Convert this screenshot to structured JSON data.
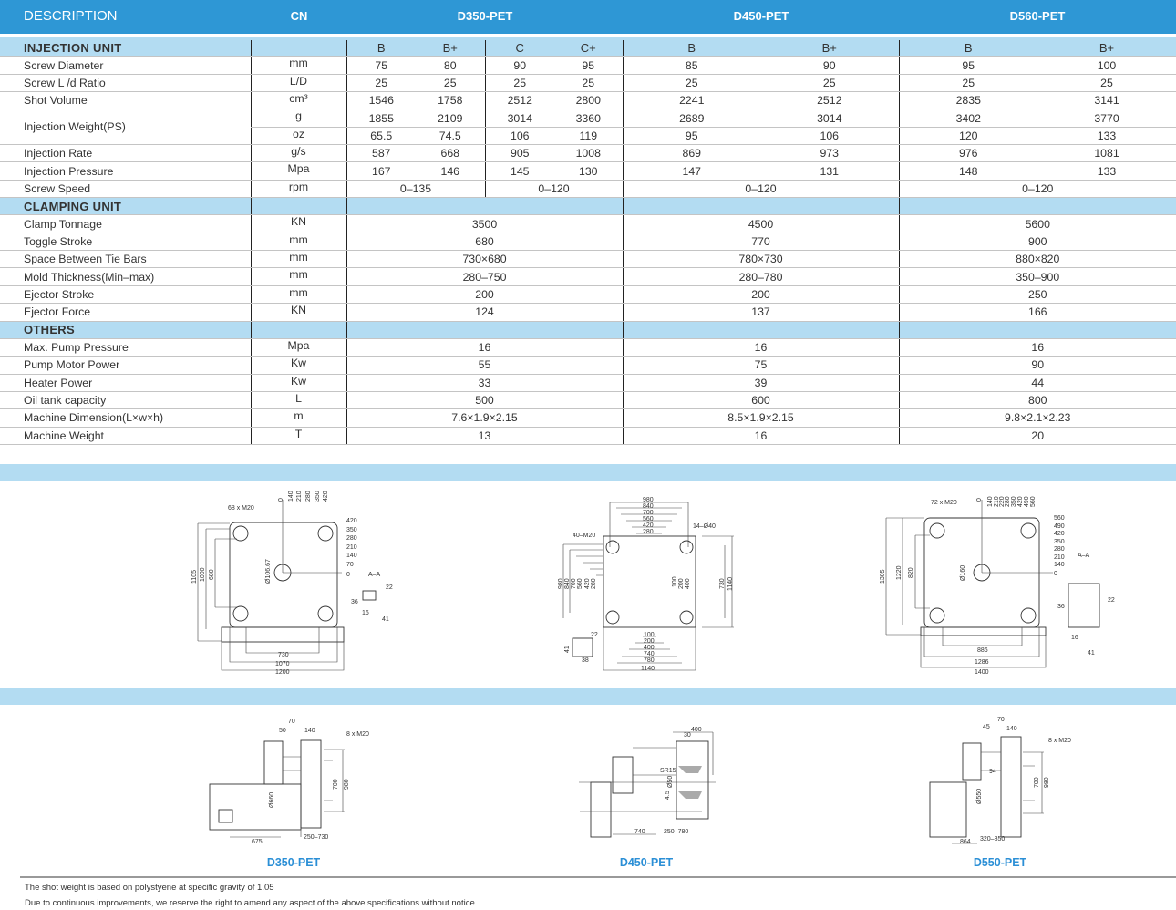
{
  "header": {
    "description": "DESCRIPTION",
    "cn": "CN",
    "models": [
      "D350-PET",
      "D450-PET",
      "D560-PET"
    ]
  },
  "table": [
    {
      "section": "INJECTION UNIT",
      "subheaders": [
        "B",
        "B+",
        "C",
        "C+",
        "B",
        "B+",
        "B",
        "B+"
      ]
    },
    {
      "label": "Screw Diameter",
      "unit": "mm",
      "values": [
        "75",
        "80",
        "90",
        "95",
        "85",
        "90",
        "95",
        "100"
      ]
    },
    {
      "label": "Screw L /d Ratio",
      "unit": "L/D",
      "values": [
        "25",
        "25",
        "25",
        "25",
        "25",
        "25",
        "25",
        "25"
      ]
    },
    {
      "label": "Shot Volume",
      "unit": "cm³",
      "values": [
        "1546",
        "1758",
        "2512",
        "2800",
        "2241",
        "2512",
        "2835",
        "3141"
      ]
    },
    {
      "label": "Injection Weight(PS)",
      "unit": "g",
      "values": [
        "1855",
        "2109",
        "3014",
        "3360",
        "2689",
        "3014",
        "3402",
        "3770"
      ],
      "rowspan_label": true
    },
    {
      "label": null,
      "unit": "oz",
      "values": [
        "65.5",
        "74.5",
        "106",
        "119",
        "95",
        "106",
        "120",
        "133"
      ]
    },
    {
      "label": "Injection Rate",
      "unit": "g/s",
      "values": [
        "587",
        "668",
        "905",
        "1008",
        "869",
        "973",
        "976",
        "1081"
      ]
    },
    {
      "label": "Injection Pressure",
      "unit": "Mpa",
      "values": [
        "167",
        "146",
        "145",
        "130",
        "147",
        "131",
        "148",
        "133"
      ]
    },
    {
      "label": "Screw Speed",
      "unit": "rpm",
      "values": [
        "0–135",
        "0–120",
        "0–120",
        "0–120"
      ]
    },
    {
      "section": "CLAMPING UNIT"
    },
    {
      "label": "Clamp Tonnage",
      "unit": "KN",
      "values": [
        "3500",
        "4500",
        "5600"
      ]
    },
    {
      "label": "Toggle Stroke",
      "unit": "mm",
      "values": [
        "680",
        "770",
        "900"
      ]
    },
    {
      "label": "Space Between Tie Bars",
      "unit": "mm",
      "values": [
        "730×680",
        "780×730",
        "880×820"
      ]
    },
    {
      "label": "Mold Thickness(Min–max)",
      "unit": "mm",
      "values": [
        "280–750",
        "280–780",
        "350–900"
      ]
    },
    {
      "label": "Ejector Stroke",
      "unit": "mm",
      "values": [
        "200",
        "200",
        "250"
      ]
    },
    {
      "label": "Ejector Force",
      "unit": "KN",
      "values": [
        "124",
        "137",
        "166"
      ]
    },
    {
      "section": "OTHERS"
    },
    {
      "label": "Max. Pump Pressure",
      "unit": "Mpa",
      "values": [
        "16",
        "16",
        "16"
      ]
    },
    {
      "label": "Pump Motor Power",
      "unit": "Kw",
      "values": [
        "55",
        "75",
        "90"
      ]
    },
    {
      "label": "Heater Power",
      "unit": "Kw",
      "values": [
        "33",
        "39",
        "44"
      ]
    },
    {
      "label": "Oil tank capacity",
      "unit": "L",
      "values": [
        "500",
        "600",
        "800"
      ]
    },
    {
      "label": "Machine Dimension(L×w×h)",
      "unit": "m",
      "values": [
        "7.6×1.9×2.15",
        "8.5×1.9×2.15",
        "9.8×2.1×2.23"
      ]
    },
    {
      "label": "Machine Weight",
      "unit": "T",
      "values": [
        "13",
        "16",
        "20"
      ]
    }
  ],
  "drawings": {
    "platen_d350": [
      "68 x M20",
      "0",
      "140",
      "210",
      "280",
      "350",
      "420",
      "420",
      "350",
      "280",
      "210",
      "140",
      "70",
      "0",
      "Ø106.67",
      "1105",
      "1000",
      "680",
      "730",
      "1070",
      "1200",
      "A–A",
      "22",
      "36",
      "16",
      "41"
    ],
    "platen_d450": [
      "980",
      "840",
      "700",
      "560",
      "420",
      "280",
      "14–Ø40",
      "40–M20",
      "980",
      "840",
      "700",
      "560",
      "420",
      "280",
      "100",
      "200",
      "400",
      "730",
      "1140",
      "100",
      "200",
      "400",
      "740",
      "780",
      "1140",
      "22",
      "41",
      "38"
    ],
    "platen_d560": [
      "72 x M20",
      "0",
      "140",
      "210",
      "220",
      "280",
      "350",
      "420",
      "490",
      "560",
      "560",
      "490",
      "420",
      "350",
      "280",
      "210",
      "140",
      "0",
      "1305",
      "1220",
      "820",
      "Ø160",
      "886",
      "1286",
      "1400",
      "A–A",
      "22",
      "36",
      "16",
      "41"
    ],
    "side_d350": [
      "70",
      "50",
      "140",
      "8 x M20",
      "700",
      "980",
      "Ø660",
      "675",
      "250–730"
    ],
    "side_d450": [
      "400",
      "30",
      "SR15",
      "Ø50",
      "4.5",
      "740",
      "250–780"
    ],
    "side_d550": [
      "70",
      "45",
      "140",
      "8 x M20",
      "94",
      "700",
      "980",
      "Ø550",
      "864",
      "320–850"
    ]
  },
  "captions": [
    "D350-PET",
    "D450-PET",
    "D550-PET"
  ],
  "notes": [
    "The shot weight is based on polystyene at specific gravity of 1.05",
    "Due to continuous improvements, we reserve the right to amend any aspect of the above specifications without notice."
  ]
}
